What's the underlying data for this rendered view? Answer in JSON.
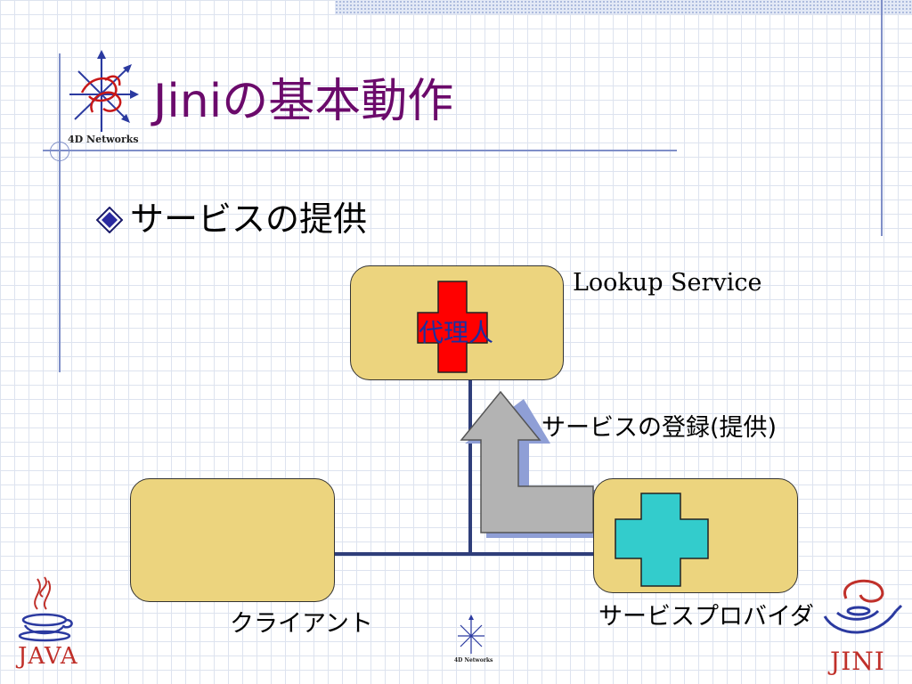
{
  "slide": {
    "title": "Jiniの基本動作",
    "bullet": "サービスの提供"
  },
  "diagram": {
    "lookup_service_label": "Lookup Service",
    "proxy_label": "代理人",
    "register_label": "サービスの登録(提供)",
    "client_label": "クライアント",
    "provider_label": "サービスプロバイダ"
  },
  "logos": {
    "top_logo_text": "4D Networks",
    "bottom_logo_text": "4D Networks",
    "java_text": "JAVA",
    "jini_text": "JINI"
  },
  "colors": {
    "title": "#6b0a6b",
    "box_fill": "#ecd47e",
    "proxy_cross": "#ff0000",
    "provider_cross": "#33cccc",
    "arrow_fill": "#b3b3b3",
    "arrow_shadow": "#8f9fd6",
    "network_line": "#2f3e7a"
  }
}
